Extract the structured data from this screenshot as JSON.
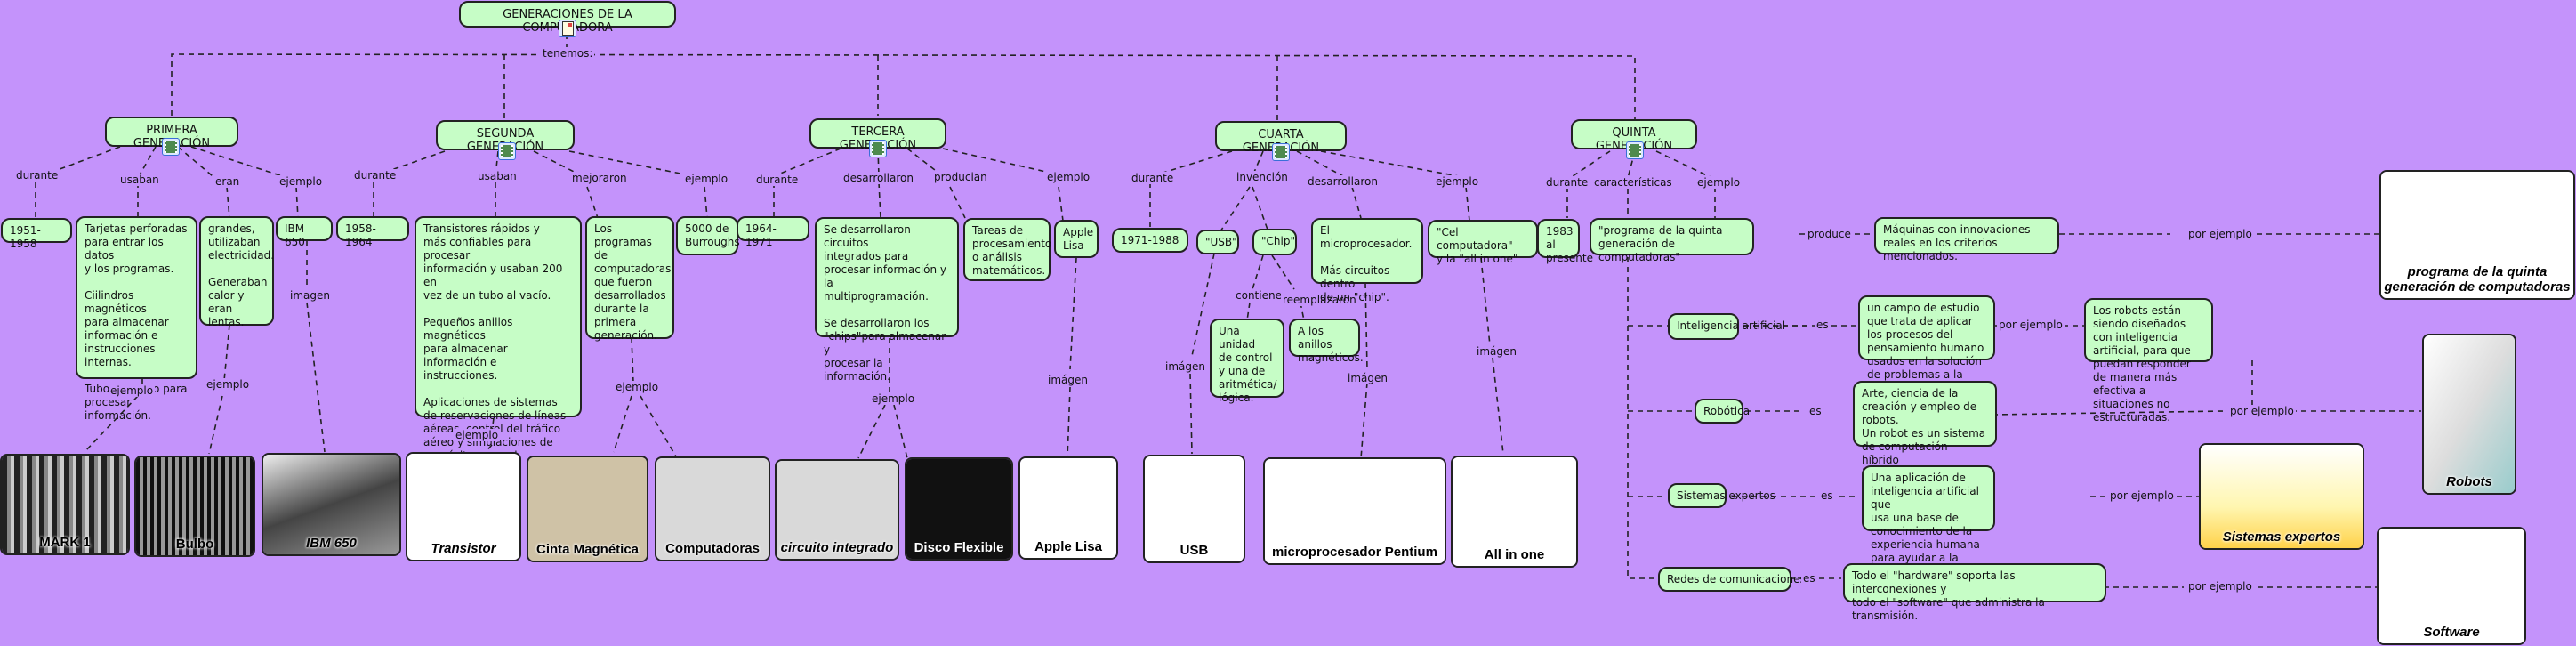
{
  "title": "GENERACIONES DE LA COMPUTADORA",
  "root_link": "tenemos:",
  "generations": [
    {
      "name": "PRIMERA GENERACIÓN",
      "links": [
        "durante",
        "usaban",
        "eran",
        "ejemplo"
      ],
      "period": "1951-1958",
      "used": "Tarjetas perforadas\npara entrar los datos\ny los programas.\n\nCiilindros magnéticos\npara almacenar\ninformación e\ninstrucciones internas.\n\nTubos al vacío para\nprocesar información.",
      "were": "grandes,\nutilizaban\nelectricidad.\n\nGeneraban\ncalor y\neran lentas.",
      "example": "IBM 650",
      "sub_links": [
        "ejemplo",
        "ejemplo",
        "imagen"
      ],
      "images": [
        "MARK 1",
        "Bulbo",
        "IBM 650"
      ]
    },
    {
      "name": "SEGUNDA GENERACIÓN",
      "links": [
        "durante",
        "usaban",
        "mejoraron",
        "ejemplo"
      ],
      "period": "1958-1964",
      "used": "Transistores rápidos y\nmás confiables para procesar\ninformación y usaban 200 en\nvez de un tubo al vacío.\n\nPequeños anillos magnéticos\npara almacenar información e\ninstrucciones.\n\nAplicaciones de sistemas\nde reservaciones de líneas\naéreas, control del tráfico\naéreo y simulaciones de\npropósito general.",
      "improved": "Los programas\nde\ncomputadoras\nque fueron\ndesarrollados\ndurante la\nprimera\ngeneración.",
      "example": "5000 de\nBurroughs",
      "sub_links": [
        "ejemplo",
        "ejemplo"
      ],
      "images": [
        "Transistor",
        "Cinta Magnética",
        "Computadoras"
      ]
    },
    {
      "name": "TERCERA GENERACIÓN",
      "links": [
        "durante",
        "desarrollaron",
        "producian",
        "ejemplo"
      ],
      "period": "1964-1971",
      "developed": "Se desarrollaron circuitos\nintegrados para\nprocesar información y la\nmultiprogramación.\n\nSe desarrollaron los\n\"chips\"para almacenar y\nprocesar la información.",
      "produced": "Tareas de\nprocesamiento\no análisis\nmatemáticos.",
      "example": "Apple\nLisa",
      "sub_links": [
        "ejemplo",
        "imágen"
      ],
      "images": [
        "circuito integrado",
        "Disco Flexible",
        "Apple Lisa"
      ]
    },
    {
      "name": "CUARTA GENERACIÓN",
      "links": [
        "durante",
        "invención",
        "desarrollaron",
        "ejemplo"
      ],
      "period": "1971-1988",
      "inventions": [
        "\"USB\"",
        "\"Chip\""
      ],
      "chip_links": [
        "contiene",
        "reemplazaron"
      ],
      "chip_contains": "Una unidad\nde control\ny una de\naritmética/\nlógica.",
      "chip_replaced": "A los anillos\nmagnéticos.",
      "developed": "El microprocesador.\n\nMás circuitos dentro\nde un \"chip\".",
      "example": "\"Cel computadora\"\ny la \"all in one\"",
      "sub_links": [
        "imágen",
        "imágen",
        "imágen"
      ],
      "images": [
        "USB",
        "microprocesador Pentium",
        "All in one"
      ]
    },
    {
      "name": "QUINTA GENERACIÓN",
      "links": [
        "durante",
        "características",
        "ejemplo"
      ],
      "period": "1983 al\npresente",
      "example": "\"programa de la quinta\ngeneración de computadoras\"",
      "produce_link": "produce",
      "produces": "Máquinas con innovaciones\nreales en los criterios mencionados.",
      "features": [
        {
          "name": "Inteligencia artificial",
          "link": "es",
          "desc": "un campo de estudio que trata de aplicar\nlos procesos del pensamiento humano\nusados en la solución de problemas a la\ncomputadora.",
          "ex_link": "por ejemplo",
          "ex": "Los robots están siendo diseñados\ncon inteligencia artificial, para que\npuedan responder de manera más\nefectiva a situaciones no estructuradas."
        },
        {
          "name": "Robótica",
          "link": "es",
          "desc": "Arte, ciencia de la creación y empleo de robots.\nUn robot es un sistema de computación híbrido\nindependiente que realiza actividades físicas\ny de cálculo.",
          "ex_link": "por ejemplo"
        },
        {
          "name": "Sistemas expertos",
          "link": "es",
          "desc": "Una aplicación de inteligencia artificial que\nusa una base de conocimiento de la\nexperiencia humana para ayudar a la\nresolución de problemas.",
          "ex_link": "por ejemplo"
        },
        {
          "name": "Redes de comunicaciones",
          "link": "es",
          "desc": "Todo el \"hardware\" soporta las interconexiones y\ntodo el \"software\" que administra la transmisión.",
          "ex_link": "por ejemplo"
        }
      ],
      "ex_link": "por ejemplo",
      "images": [
        "programa de la quinta\ngeneración de computadoras",
        "Robots",
        "Sistemas expertos",
        "Software"
      ]
    }
  ],
  "colors": {
    "background": "#c493fb",
    "node_fill": "#c6fdc6",
    "stroke": "#222222"
  }
}
